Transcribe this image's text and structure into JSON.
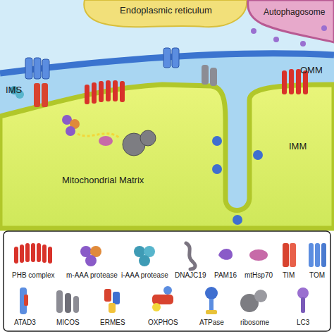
{
  "diagram": {
    "nodes": [
      {
        "text": [
          "Endoplasmic reticulum"
        ]
      },
      {
        "text": [
          "Autophagosome"
        ]
      },
      {
        "text": [
          "Mitochondrial Matrix"
        ]
      }
    ],
    "labels": [
      "IMS",
      "OMM",
      "IMM"
    ],
    "legend": [
      {
        "text": "PHB complex"
      },
      {
        "text": "m-AAA protease"
      },
      {
        "text": "i-AAA protease"
      },
      {
        "text": "DNAJC19"
      },
      {
        "text": "PAM16"
      },
      {
        "text": "mtHsp70"
      },
      {
        "text": "TIM"
      },
      {
        "text": "TOM"
      },
      {
        "text": "ATAD3"
      },
      {
        "text": "MICOS"
      },
      {
        "text": "ERMES"
      },
      {
        "text": "OXPHOS"
      },
      {
        "text": "ATPase"
      },
      {
        "text": "ribosome"
      },
      {
        "text": "LC3"
      }
    ]
  }
}
